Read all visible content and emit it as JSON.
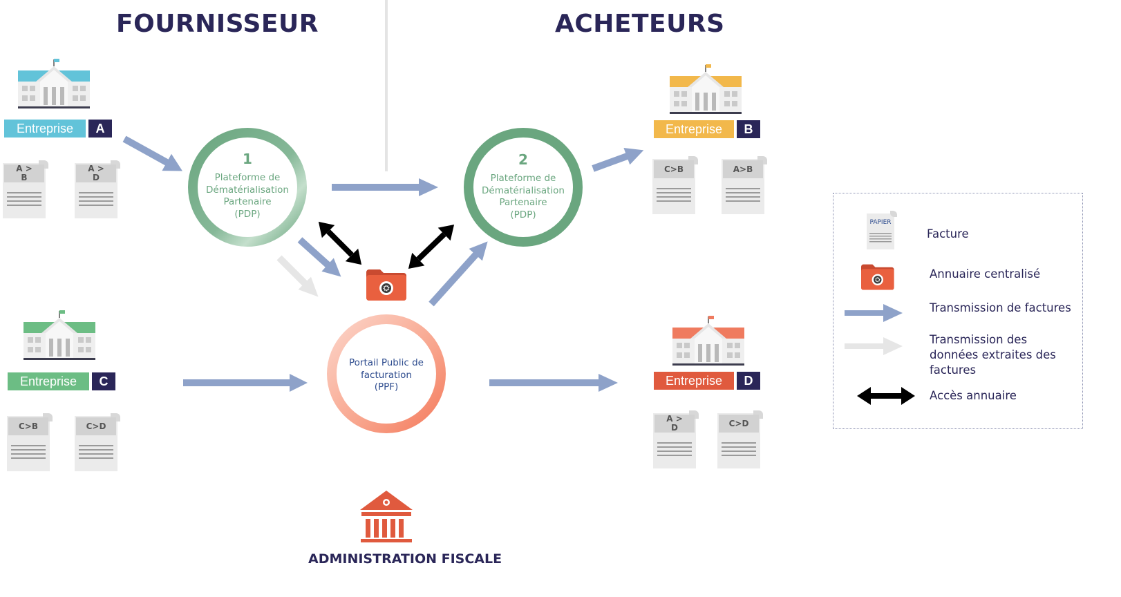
{
  "titles": {
    "supplier": "FOURNISSEUR",
    "buyers": "ACHETEURS",
    "tax": "ADMINISTRATION FISCALE"
  },
  "companies": {
    "a": {
      "name": "Entreprise",
      "letter": "A",
      "color": "#62c3d9",
      "roof": "#62c3d9"
    },
    "b": {
      "name": "Entreprise",
      "letter": "B",
      "color": "#f2b84b",
      "roof": "#f2b84b"
    },
    "c": {
      "name": "Entreprise",
      "letter": "C",
      "color": "#6cbd84",
      "roof": "#6cbd84"
    },
    "d": {
      "name": "Entreprise",
      "letter": "D",
      "color": "#e05a3e",
      "roof": "#ef7b5f"
    }
  },
  "invoices": {
    "a1": "A >\nB",
    "a2": "A >\nD",
    "b1": "C>B",
    "b2": "A>B",
    "c1": "C>B",
    "c2": "C>D",
    "d1": "A >\nD",
    "d2": "C>D"
  },
  "pdp1": {
    "number": "1",
    "label": "Plateforme de\nDématérialisation\nPartenaire\n(PDP)"
  },
  "pdp2": {
    "number": "2",
    "label": "Plateforme de\nDématérialisation\nPartenaire\n(PDP)"
  },
  "ppf": {
    "label": "Portail Public de\nfacturation\n(PPF)"
  },
  "legend": {
    "paper_word": "PAPIER",
    "invoice": "Facture",
    "directory": "Annuaire centralisé",
    "transmission": "Transmission de factures",
    "data_transmission": "Transmission des\ndonnées extraites des\nfactures",
    "directory_access": "Accès annuaire"
  },
  "colors": {
    "navy": "#2a2658",
    "pdp_green": "#6aa67f",
    "ppf_orange": "#f47c5e",
    "arrow_blue": "#8ea2c9",
    "arrow_grey": "#e8e8e8",
    "folder_orange": "#e9603f"
  },
  "icons": [
    "building-icon",
    "invoice-icon",
    "folder-gear-icon",
    "double-arrow-icon",
    "tax-administration-icon"
  ]
}
